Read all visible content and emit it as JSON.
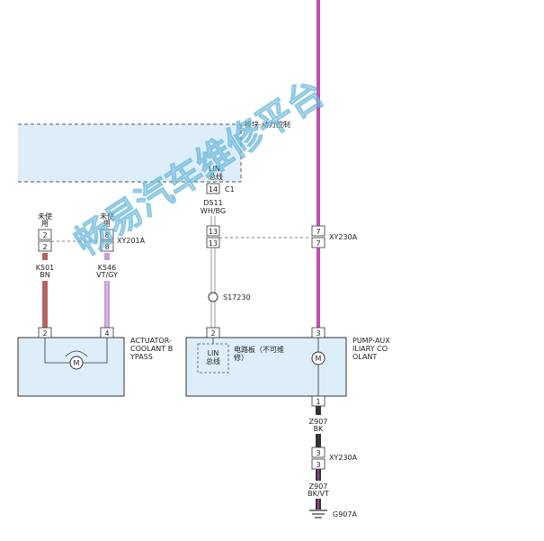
{
  "watermark": "畅易汽车维修平台",
  "module": {
    "label": "模块-动力控制"
  },
  "connectors": {
    "c1": {
      "name": "C1",
      "pin": "14"
    },
    "xy201a": {
      "name": "XY201A",
      "pins": [
        "2",
        "8"
      ]
    },
    "xy230a_top": {
      "name": "XY230A",
      "pins": [
        "13",
        "7"
      ]
    },
    "xy230a_bottom": {
      "name": "XY230A",
      "pin": "3"
    },
    "splice": {
      "name": "S17230"
    }
  },
  "bus_label": {
    "line1": "LIN",
    "line2": "总线"
  },
  "unused_label": {
    "line1": "未使",
    "line2": "用"
  },
  "wires": [
    {
      "id": "K501",
      "color": "BN"
    },
    {
      "id": "K546",
      "color": "VT/GY"
    },
    {
      "id": "D511",
      "color": "WH/BG"
    },
    {
      "id": "Z907",
      "color": "BK"
    },
    {
      "id": "Z907",
      "color": "BK/VT"
    }
  ],
  "actuator": {
    "label_lines": [
      "ACTUATOR-",
      "COOLANT B",
      "YPASS"
    ],
    "pins": [
      "2",
      "4"
    ],
    "motor": "M"
  },
  "pump": {
    "label_lines": [
      "PUMP-AUX",
      "ILIARY CO",
      "OLANT"
    ],
    "pins": [
      "2",
      "3",
      "1"
    ],
    "motor": "M",
    "board_label_lines": [
      "电路板（不可维",
      "修）"
    ]
  },
  "ground": {
    "name": "G907A"
  },
  "colors": {
    "brown": "#b5655f",
    "violet": "#c89ad6",
    "purple": "#b04bb0",
    "pink": "#e052a8",
    "black": "#333333",
    "module_fill": "#ddeef9",
    "dashed": "#555555"
  }
}
